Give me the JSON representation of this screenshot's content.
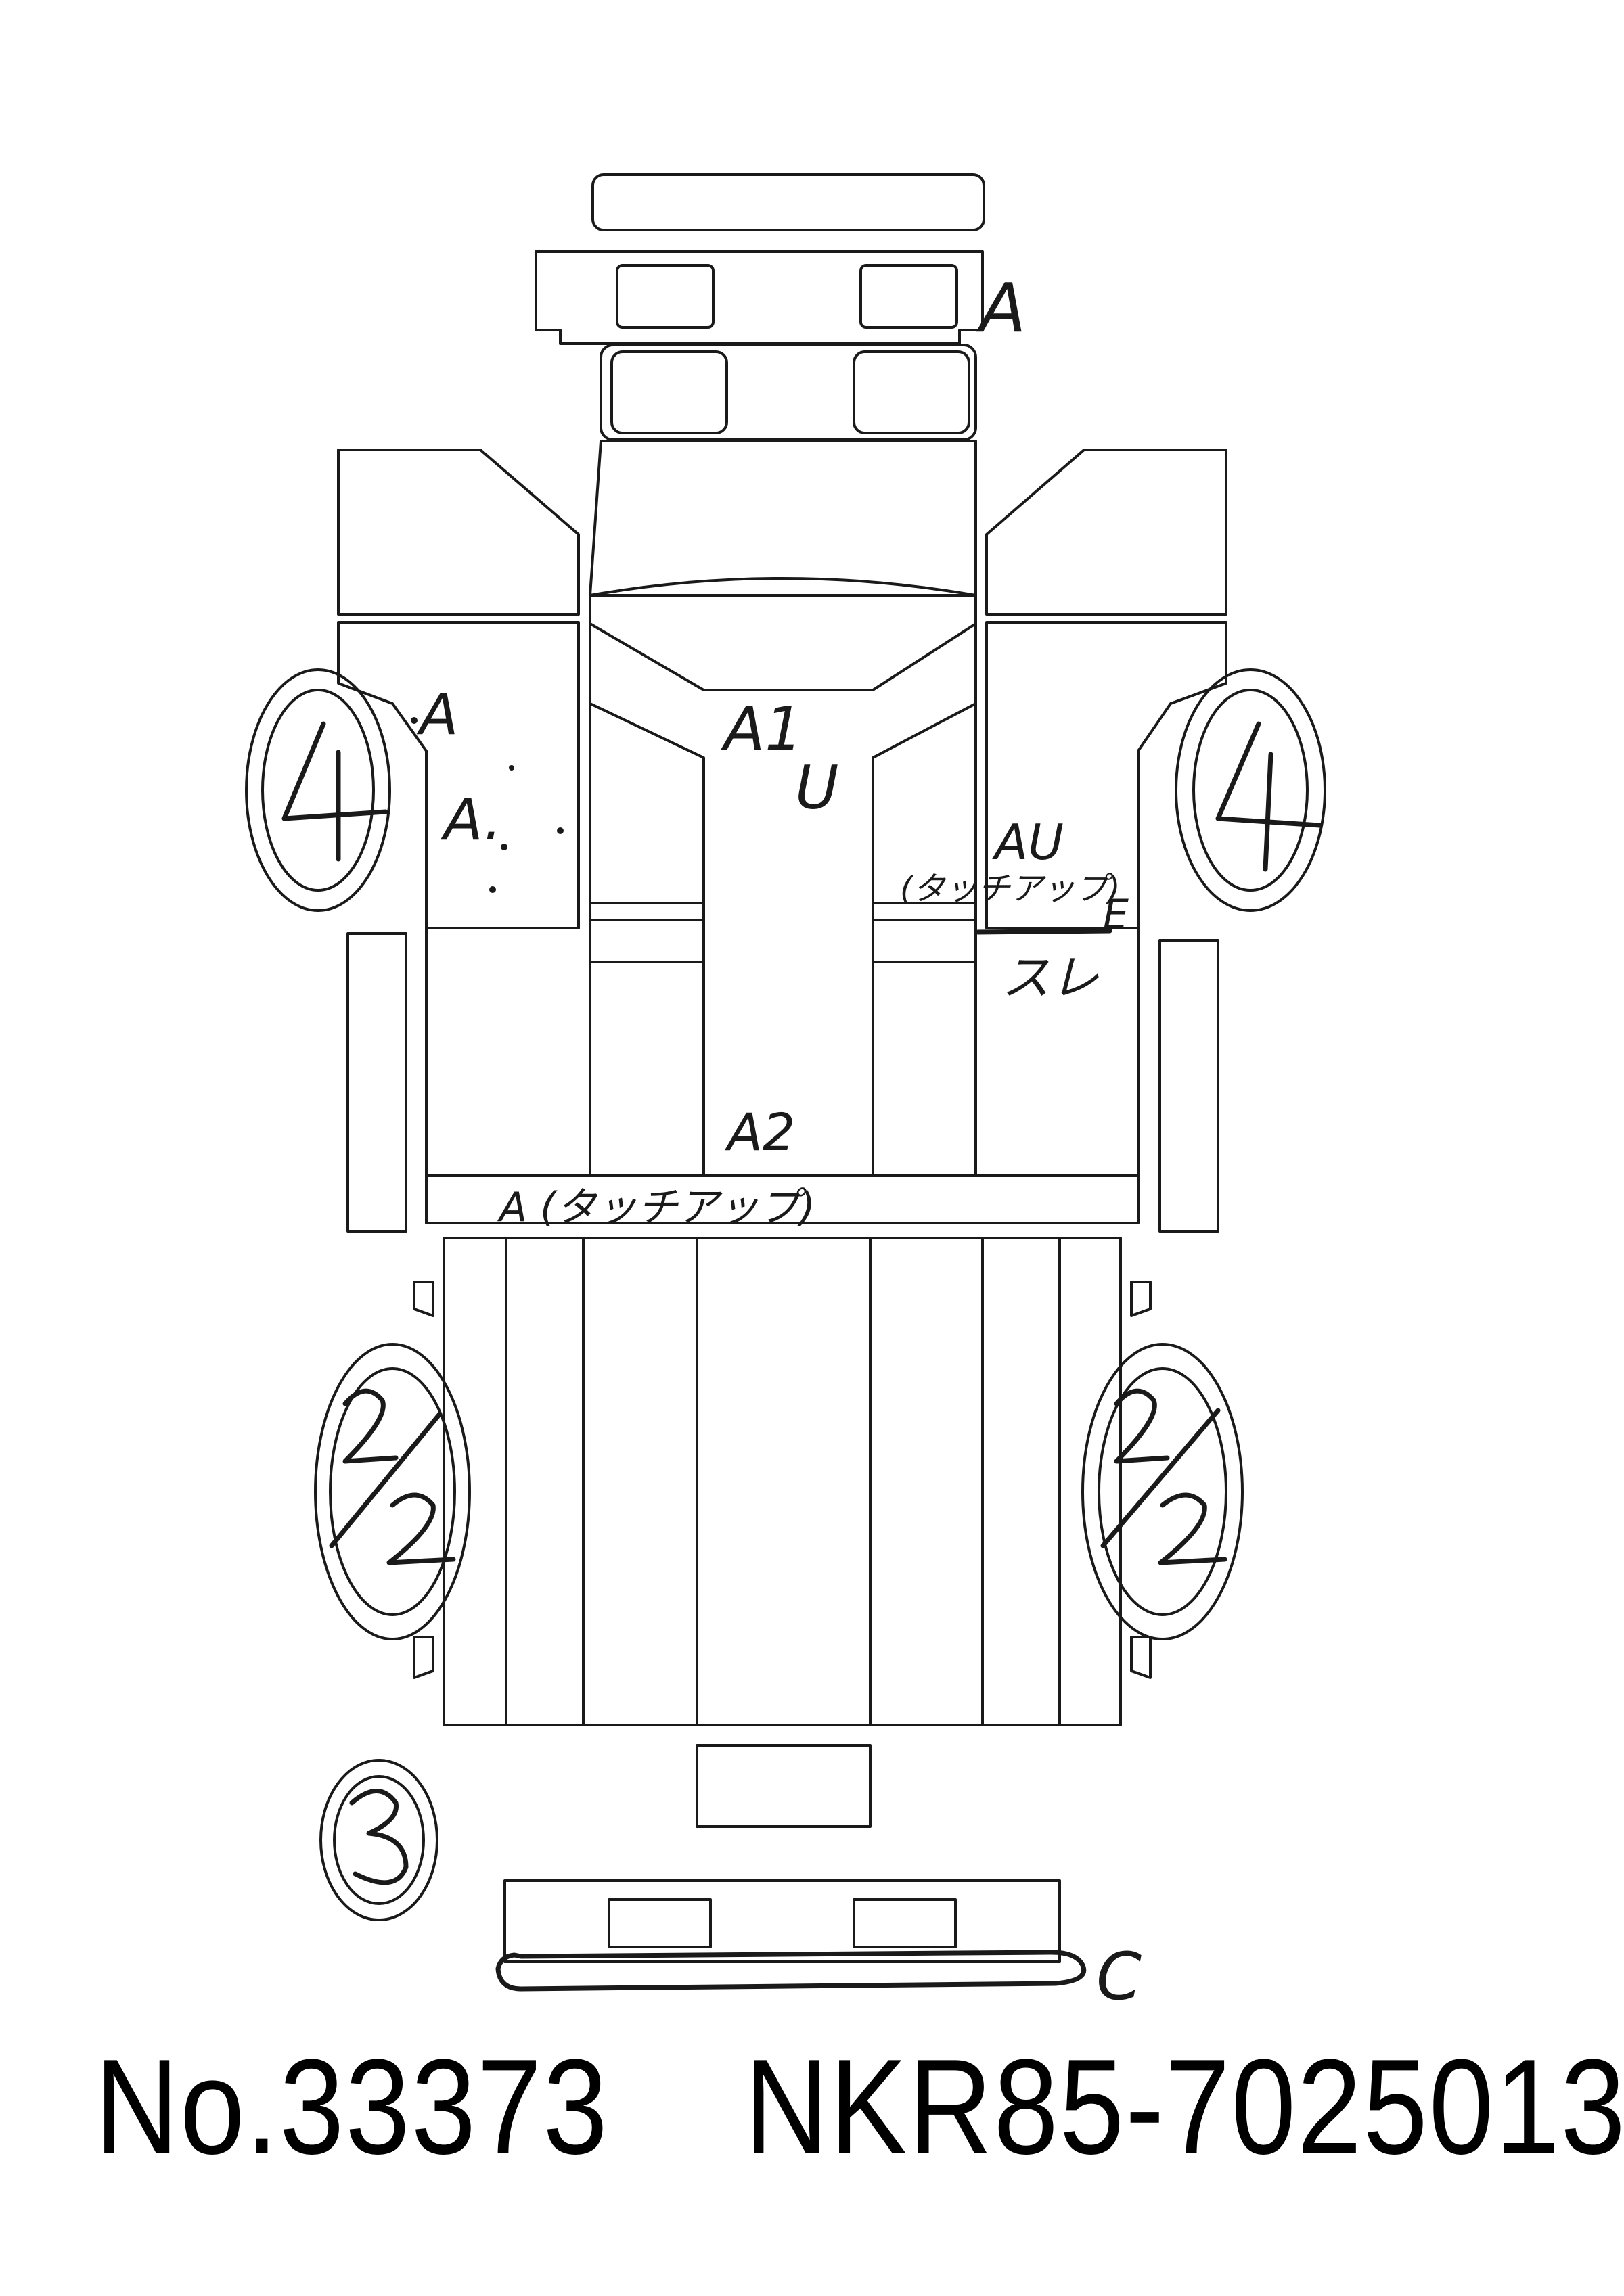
{
  "footer": {
    "record_number": "No.33373",
    "chassis_number": "NKR85-7025013"
  },
  "annotations": {
    "front_bumper": "A",
    "left_cab_upper": "A",
    "left_cab_lower": "A.",
    "cab_roof_a": "A1",
    "cab_roof_u": "U",
    "right_door_au": "AU",
    "right_door_touchup": "(タッチアップ)",
    "right_door_e": "E",
    "right_door_scratch": "スレ",
    "frame_center": "A2",
    "rear_cross_member": "A (タッチアップ)",
    "rear_bumper": "C",
    "tire_front_left": "4",
    "tire_front_right": "4",
    "tire_rear_left": "2/2",
    "tire_rear_right": "2/2",
    "spare_tire": "3"
  }
}
